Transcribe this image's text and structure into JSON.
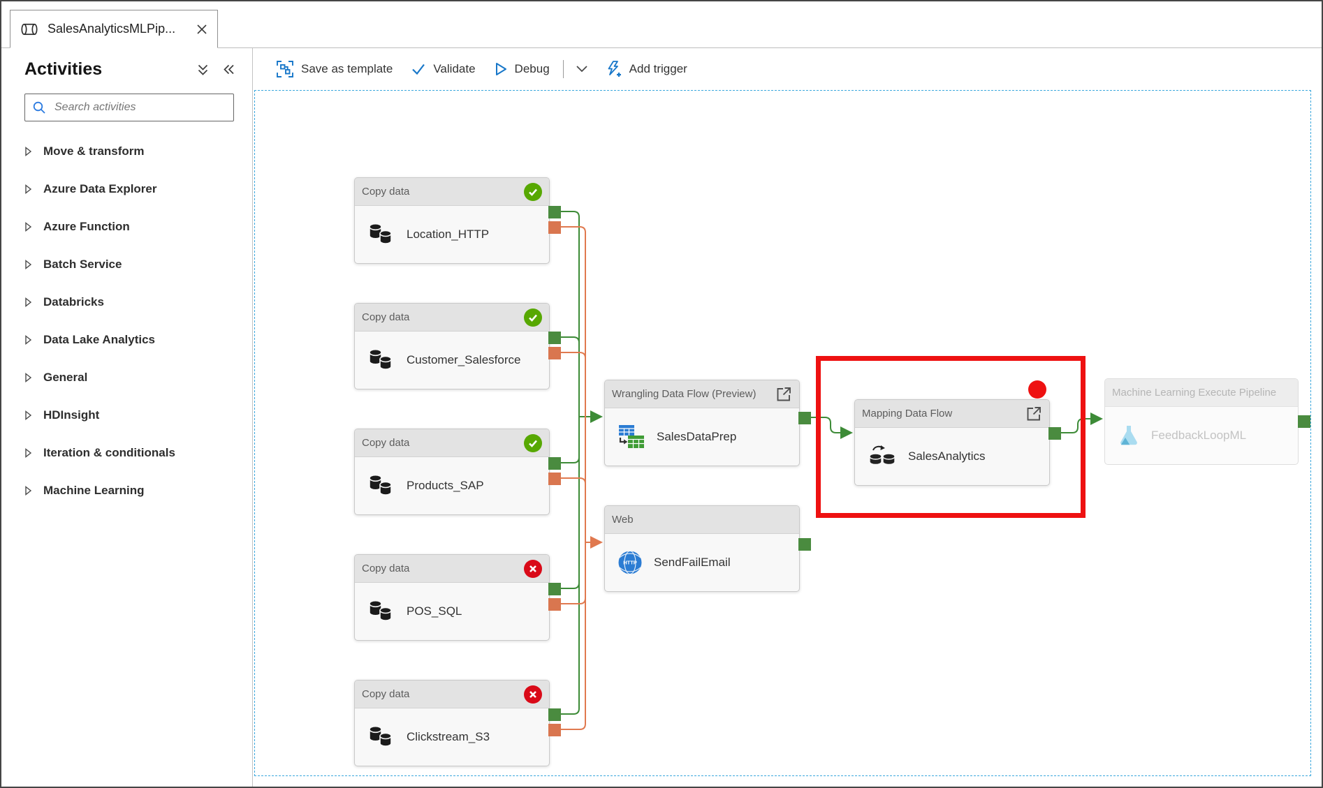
{
  "tab": {
    "title": "SalesAnalyticsMLPip..."
  },
  "sidebar": {
    "title": "Activities",
    "search_placeholder": "Search activities",
    "categories": [
      "Move & transform",
      "Azure Data Explorer",
      "Azure Function",
      "Batch Service",
      "Databricks",
      "Data Lake Analytics",
      "General",
      "HDInsight",
      "Iteration & conditionals",
      "Machine Learning"
    ]
  },
  "toolbar": {
    "save_as_template": "Save as template",
    "validate": "Validate",
    "debug": "Debug",
    "add_trigger": "Add trigger"
  },
  "canvas": {
    "nodes": [
      {
        "type": "Copy data",
        "name": "Location_HTTP",
        "status": "succeeded"
      },
      {
        "type": "Copy data",
        "name": "Customer_Salesforce",
        "status": "succeeded"
      },
      {
        "type": "Copy data",
        "name": "Products_SAP",
        "status": "succeeded"
      },
      {
        "type": "Copy data",
        "name": "POS_SQL",
        "status": "failed"
      },
      {
        "type": "Copy data",
        "name": "Clickstream_S3",
        "status": "failed"
      },
      {
        "type": "Wrangling Data Flow (Preview)",
        "name": "SalesDataPrep"
      },
      {
        "type": "Web",
        "name": "SendFailEmail"
      },
      {
        "type": "Mapping Data Flow",
        "name": "SalesAnalytics",
        "highlighted": true
      },
      {
        "type": "Machine Learning Execute Pipeline",
        "name": "FeedbackLoopML",
        "disabled": true
      }
    ],
    "colors": {
      "success_port": "#4a8b3f",
      "failure_port": "#d9764f",
      "success_line": "#3d8b37",
      "failure_line": "#e0794f",
      "success_badge": "#57a802",
      "failure_badge": "#d90a18",
      "highlight": "#ee1111",
      "canvas_border": "#3aa7dd",
      "toolbar_accent": "#1877c9"
    }
  }
}
